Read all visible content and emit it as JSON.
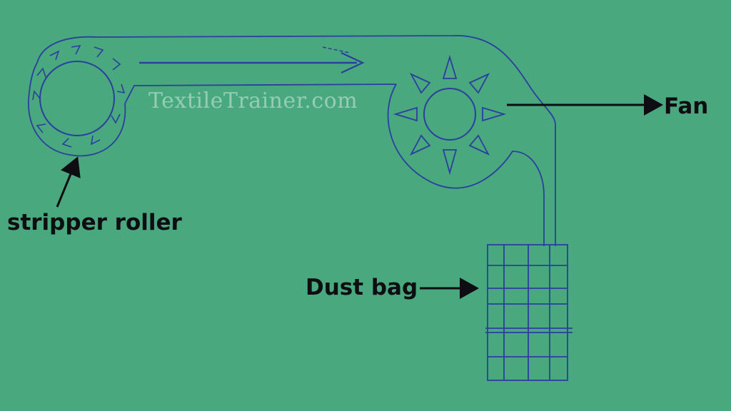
{
  "diagram": {
    "watermark": "TextileTrainer.com",
    "labels": {
      "stripper_roller": "stripper roller",
      "fan": "Fan",
      "dust_bag": "Dust bag"
    }
  },
  "colors": {
    "background": "#4aa87f",
    "ink": "#2a3f9e",
    "label_text": "#0d0d12",
    "arrow": "#0d0d12"
  }
}
